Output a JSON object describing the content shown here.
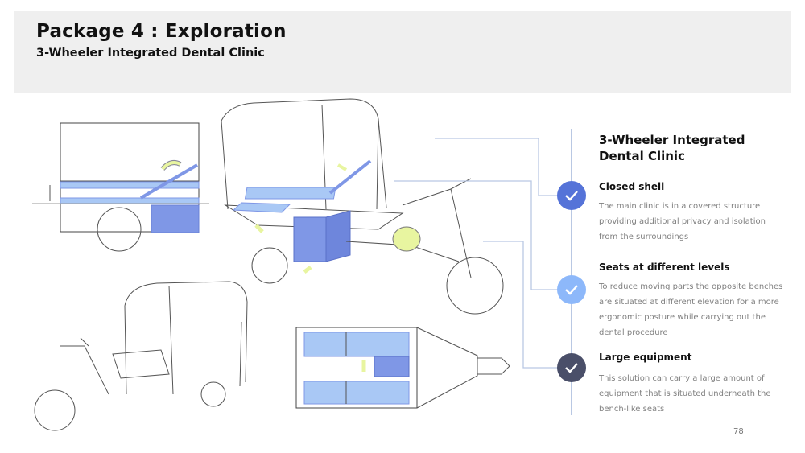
{
  "header": {
    "title": "Package 4 : Exploration",
    "subtitle": "3-Wheeler Integrated Dental Clinic"
  },
  "panel": {
    "title": "3-Wheeler Integrated Dental Clinic",
    "items": [
      {
        "heading": "Closed shell",
        "text": "The main clinic is in a covered structure providing additional privacy and isolation from the surroundings",
        "color": "#5573d8",
        "icon": "check-icon"
      },
      {
        "heading": "Seats at different levels",
        "text": "To reduce moving parts the opposite benches are situated at different elevation for a more ergonomic posture while carrying out the dental procedure",
        "color": "#8db8fa",
        "icon": "check-icon"
      },
      {
        "heading": "Large equipment",
        "text": "This solution can carry a large amount of equipment that is situated underneath the bench-like seats",
        "color": "#4a4f69",
        "icon": "check-icon"
      }
    ]
  },
  "page_number": "78",
  "colors": {
    "header_bg": "#efefef",
    "sketch_blue": "#7f97e6",
    "sketch_lightblue": "#a9c8f5",
    "arrow_yellow": "#e8f5a0",
    "timeline": "#b9c8e3"
  }
}
